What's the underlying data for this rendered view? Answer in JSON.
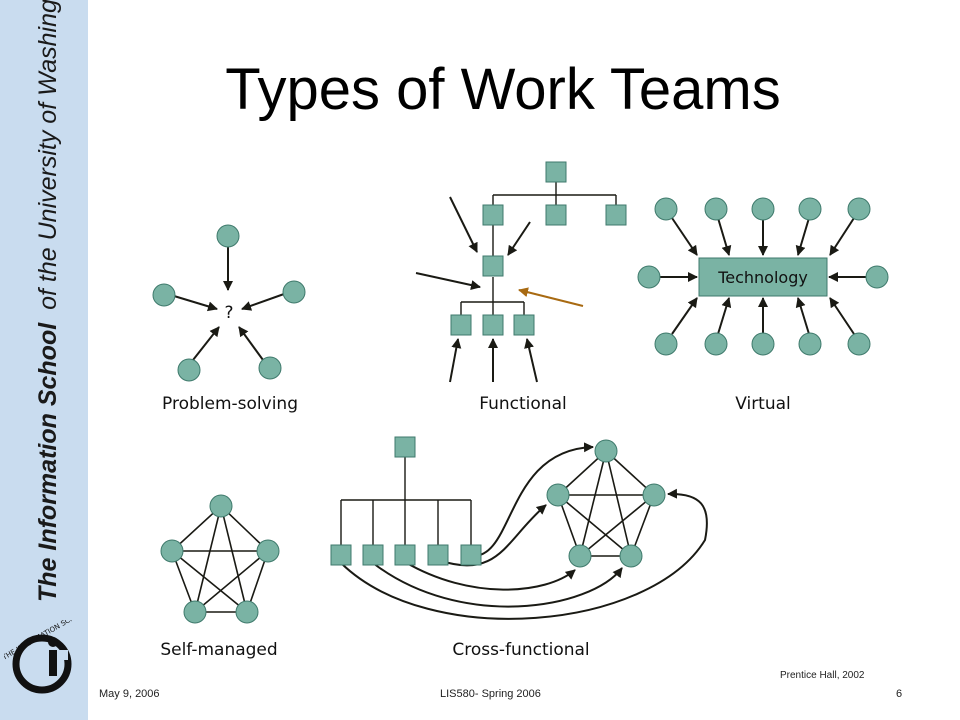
{
  "slide": {
    "title": "Types of Work Teams",
    "sidebar_org_prefix": "The Information School",
    "sidebar_org_suffix": "of the University of Washington",
    "logo_ring_text": "THE INFORMATION SCHOOL",
    "labels": {
      "problem_solving": "Problem-solving",
      "functional": "Functional",
      "virtual": "Virtual",
      "self_managed": "Self-managed",
      "cross_functional": "Cross-functional"
    },
    "technology_label": "Technology",
    "question_mark": "?",
    "credit": "Prentice Hall, 2002",
    "footer": {
      "date": "May 9, 2006",
      "course": "LIS580- Spring 2006",
      "page": "6"
    }
  },
  "colors": {
    "sidebar": "#c9dcef",
    "node_fill": "#7ab3a4",
    "node_stroke": "#3f7a6c",
    "arrow": "#1a1a14",
    "highlight_arrow": "#a86a12",
    "title_text": "#000000",
    "sidebar_text": "#1a1a1a"
  }
}
